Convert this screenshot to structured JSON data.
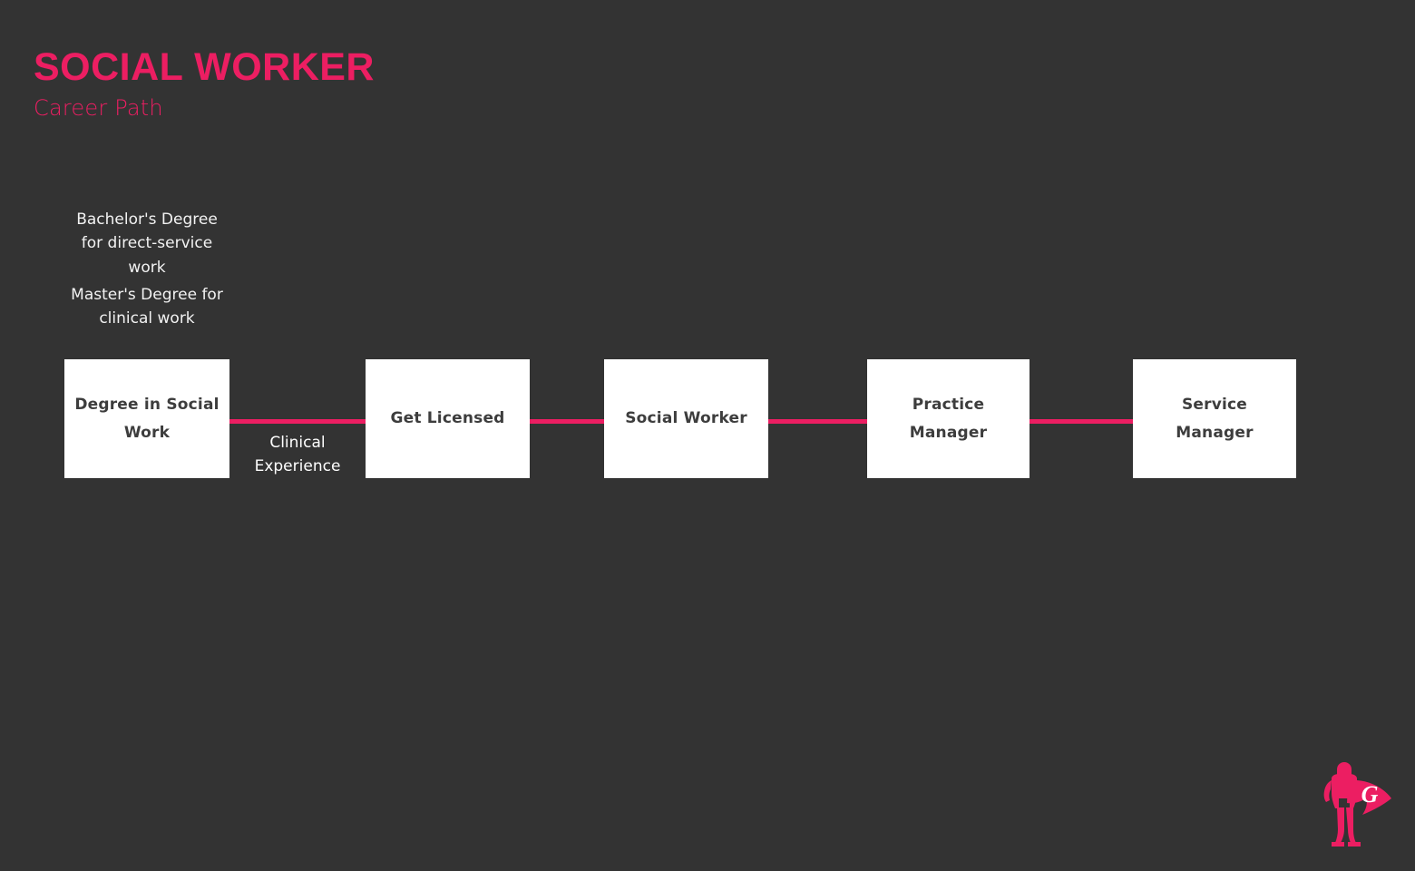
{
  "page": {
    "background_color": "#333333",
    "accent_color": "#EC1E62",
    "node_fill_color": "#FFFFFF",
    "node_text_color": "#3D3D3D",
    "annotation_text_color": "#FFFFFF"
  },
  "header": {
    "title": "SOCIAL WORKER",
    "subtitle": "Career Path"
  },
  "annotations": [
    {
      "id": "education-requirements-1",
      "text": "Bachelor's Degree\nfor direct-service\nwork"
    },
    {
      "id": "education-requirements-2",
      "text": "Master's Degree for\nclinical work"
    }
  ],
  "edge_labels": [
    {
      "id": "clinical-experience",
      "text": "Clinical\nExperience"
    }
  ],
  "flow": {
    "nodes": [
      {
        "id": "degree-in-social-work",
        "label": "Degree in Social\nWork"
      },
      {
        "id": "get-licensed",
        "label": "Get Licensed"
      },
      {
        "id": "social-worker",
        "label": "Social Worker"
      },
      {
        "id": "practice-manager",
        "label": "Practice\nManager"
      },
      {
        "id": "service-manager",
        "label": "Service\nManager"
      }
    ]
  },
  "logo": {
    "name": "superhero-g-logo",
    "letter": "G",
    "color": "#EC1E62"
  }
}
